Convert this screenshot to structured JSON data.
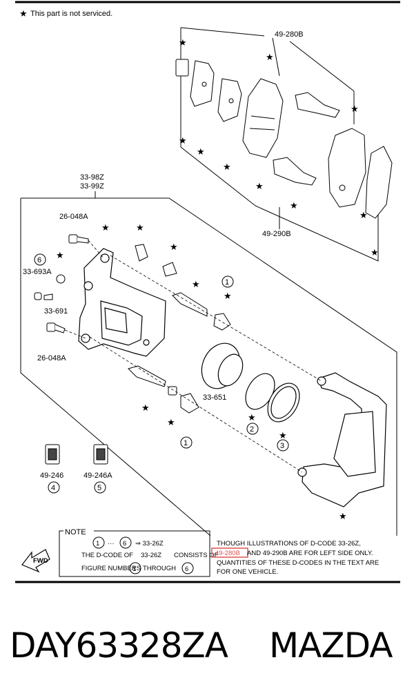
{
  "header_note": "This part is not serviced.",
  "labels": {
    "pad_kit": "49-280B",
    "shim_kit": "49-290B",
    "caliper_asm_1": "33-98Z",
    "caliper_asm_2": "33-99Z",
    "bolt_top": "26-048A",
    "bolt_bottom": "26-048A",
    "bleeder_cap": "33-693A",
    "bleeder_screw": "33-691",
    "piston": "33-651",
    "part_a": "49-246",
    "part_b": "49-246A"
  },
  "circled": {
    "c1a": "1",
    "c1b": "1",
    "c2": "2",
    "c3": "3",
    "c4": "4",
    "c5": "5",
    "c6": "6"
  },
  "note_box": {
    "title": "NOTE",
    "r1_a": "1",
    "r1_dots": "···",
    "r1_b": "6",
    "r1_arrow": "⇒ 33-26Z",
    "r2_a": "THE D-CODE OF",
    "r2_code": "33-26Z",
    "r2_b": "CONSISTS OF",
    "r3_a": "FIGURE NUMBERS",
    "r3_n1": "1",
    "r3_mid": "THROUGH",
    "r3_n2": "6"
  },
  "fwd": "FWD",
  "explanation": {
    "line1": "THOUGH ILLUSTRATIONS OF D-CODE 33-26Z,",
    "line2_code": "49-280B",
    "line2_rest": " AND 49-290B ARE FOR LEFT SIDE ONLY.",
    "line3": "QUANTITIES OF THESE D-CODES IN THE TEXT ARE",
    "line4": "FOR ONE VEHICLE."
  },
  "bottom": {
    "part_number": "DAY63328ZA",
    "brand": "MAZDA"
  },
  "colors": {
    "highlight": "#e05050"
  }
}
